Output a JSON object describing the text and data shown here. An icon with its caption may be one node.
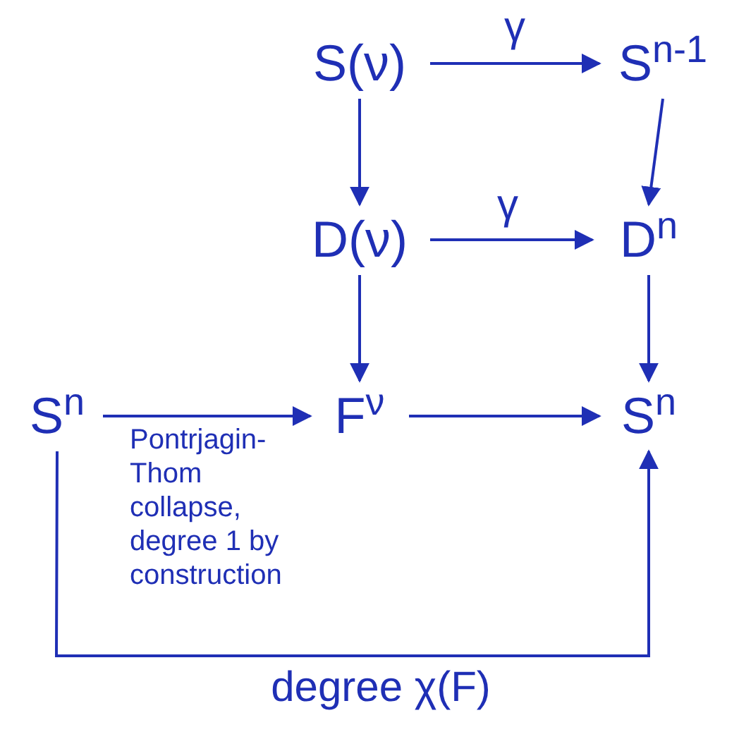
{
  "diagram": {
    "nodes": [
      {
        "text": [
          "S(ν)"
        ]
      },
      {
        "text": [
          "S$^{n-1}$"
        ]
      },
      {
        "text": [
          "D(ν)"
        ]
      },
      {
        "text": [
          "D$^{n}$"
        ]
      },
      {
        "text": [
          "S$^{n}$"
        ]
      },
      {
        "text": [
          "F$^{ν}$"
        ]
      },
      {
        "text": [
          "S$^{n}$"
        ]
      }
    ],
    "edges": [
      {
        "from": 0,
        "to": 1,
        "arrow": "to",
        "label": "γ"
      },
      {
        "from": 0,
        "to": 2,
        "arrow": "to"
      },
      {
        "from": 1,
        "to": 3,
        "arrow": "to"
      },
      {
        "from": 2,
        "to": 3,
        "arrow": "to",
        "label": "γ"
      },
      {
        "from": 2,
        "to": 5,
        "arrow": "to"
      },
      {
        "from": 3,
        "to": 6,
        "arrow": "to"
      },
      {
        "from": 4,
        "to": 5,
        "arrow": "to",
        "label": "Pontrjagin-Thom collapse, degree 1 by construction"
      },
      {
        "from": 5,
        "to": 6,
        "arrow": "to"
      },
      {
        "from": 4,
        "to": 6,
        "arrow": "to",
        "label": "degree χ(F)"
      }
    ]
  }
}
